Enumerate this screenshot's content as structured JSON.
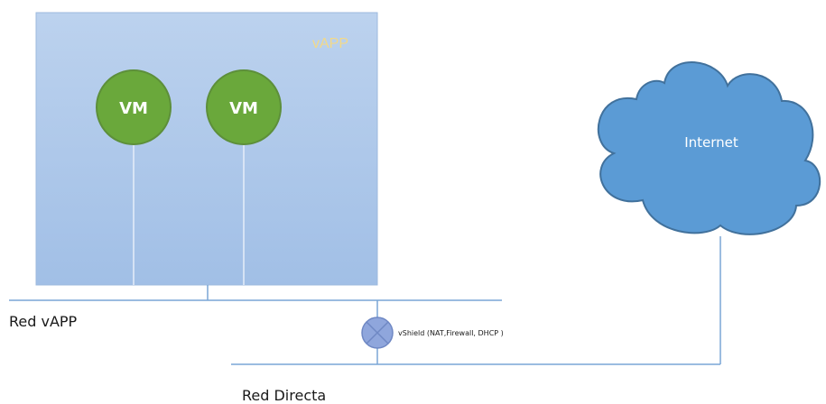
{
  "vapp": {
    "label": "vAPP"
  },
  "vms": [
    {
      "label": "VM"
    },
    {
      "label": "VM"
    }
  ],
  "internet": {
    "label": "Internet"
  },
  "networks": {
    "vapp_network_label": "Red vAPP",
    "direct_network_label": "Red Directa"
  },
  "vshield": {
    "label": "vShield (NAT,Firewall, DHCP )"
  },
  "colors": {
    "vapp_fill": "#a9c4e6",
    "vapp_fill_light": "#bcd2ee",
    "vm_fill": "#6aa83b",
    "vm_stroke": "#5d8f3a",
    "cloud_fill": "#5b9bd5",
    "cloud_stroke": "#41719c",
    "line": "#7aa6d6",
    "vshield_fill": "#8fa6dc"
  }
}
